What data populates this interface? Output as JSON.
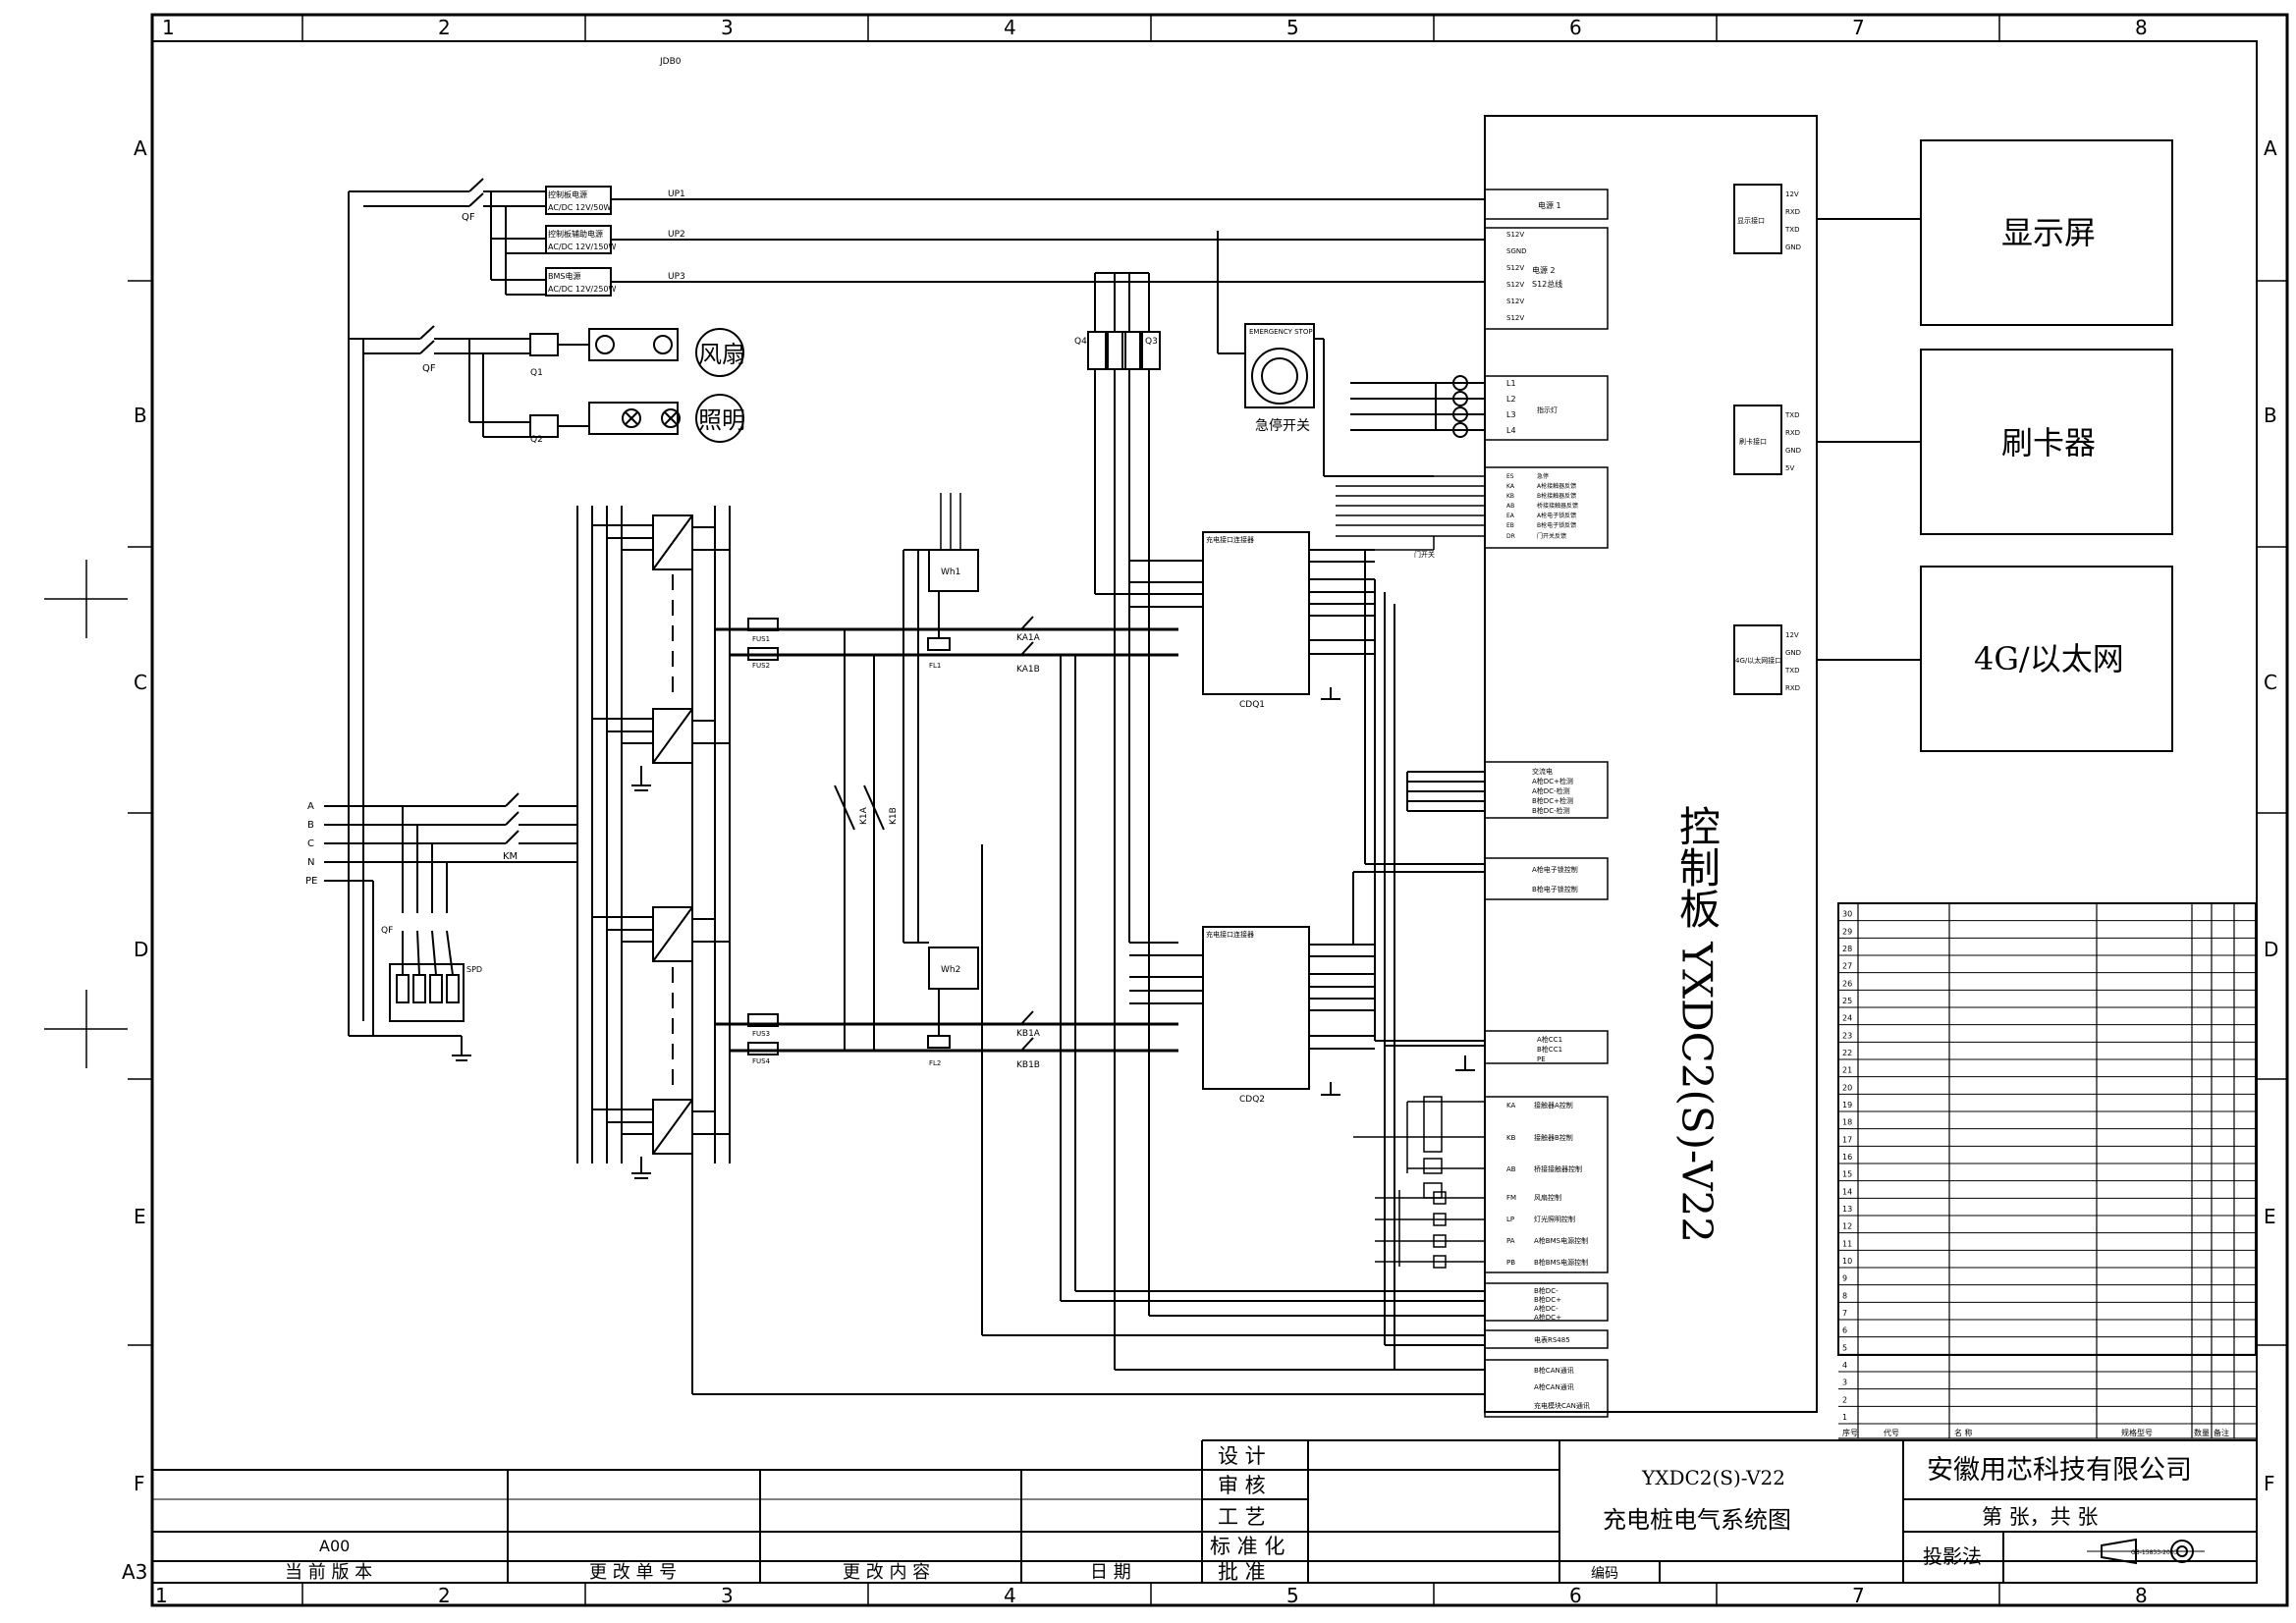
{
  "frame": {
    "columns": [
      "1",
      "2",
      "3",
      "4",
      "5",
      "6",
      "7",
      "8"
    ],
    "rows": [
      "A",
      "B",
      "C",
      "D",
      "E",
      "F"
    ],
    "corner_label": "A3",
    "top_left_note": "JDB0"
  },
  "power_section": {
    "breaker_label": "QF",
    "psu_top": [
      "控制板电源",
      "AC/DC 12V/50W"
    ],
    "psu_mid": [
      "控制板辅助电源",
      "AC/DC 12V/150W"
    ],
    "psu_bms": [
      "BMS电源",
      "AC/DC 12V/250W"
    ],
    "wire_up1": "UP1",
    "wire_up2": "UP2",
    "wire_up3": "UP3",
    "fan_contact": "Q1",
    "light_contact": "Q2",
    "fan_label": "风扇",
    "light_label": "照明",
    "phases": [
      "A",
      "B",
      "C",
      "N",
      "PE"
    ],
    "km_label": "KM",
    "spd_label": "SPD",
    "qf_spd_label": "QF"
  },
  "dc_section": {
    "fuse_labels": [
      "FUS1",
      "FUS2",
      "FUS3",
      "FUS4"
    ],
    "meter1": "Wh1",
    "meter2": "Wh2",
    "shunt1": "FL1",
    "shunt2": "FL2",
    "ka1a": "KA1A",
    "ka1b": "KA1B",
    "kb1a": "KB1A",
    "kb1b": "KB1B",
    "k_labels": [
      "K1A",
      "K1B"
    ],
    "relays": [
      "Q4",
      "Q3"
    ],
    "emergency_top": "EMERGENCY STOP",
    "emergency_label": "急停开关",
    "cdq1": "CDQ1",
    "cdq2": "CDQ2",
    "connector_title": "充电接口连接器",
    "door_switch": "门开关"
  },
  "control_board": {
    "title": "控制板 YXDC2(S)-V22",
    "power1": "电源 1",
    "power2": [
      "电源 2",
      "S12总线"
    ],
    "power2_pins": [
      "S12V",
      "SGND",
      "S12V",
      "S12V",
      "S12V",
      "S12V"
    ],
    "leds": [
      "L1",
      "L2",
      "L3",
      "L4"
    ],
    "led_label": "指示灯",
    "inputs": [
      "急停",
      "A枪接触器反馈",
      "B枪接触器反馈",
      "桥接接触器反馈",
      "A枪电子锁反馈",
      "B枪电子锁反馈",
      "门开关反馈"
    ],
    "input_pins": [
      "ES",
      "KA",
      "KB",
      "AB",
      "EA",
      "EB",
      "DR"
    ],
    "ac_inputs": [
      "交流电",
      "A枪DC+检测",
      "A枪DC-检测",
      "B枪DC+检测",
      "B枪DC-检测"
    ],
    "lock": [
      "A枪电子锁控制",
      "B枪电子锁控制"
    ],
    "acc": [
      "A枪CC1",
      "B枪CC1",
      "PE"
    ],
    "relay_outputs": [
      "接触器A控制",
      "接触器B控制",
      "桥接接触器控制",
      "风扇控制",
      "灯光照明控制",
      "A枪BMS电源控制",
      "B枪BMS电源控制"
    ],
    "relay_pins": [
      "KA",
      "KB",
      "AB",
      "FM",
      "LP",
      "PA",
      "PB"
    ],
    "dc_sense": [
      "B枪DC-",
      "B枪DC+",
      "A枪DC-",
      "A枪DC+"
    ],
    "rs485": "电表RS485",
    "can": [
      "B枪CAN通讯",
      "A枪CAN通讯",
      "充电模块CAN通讯"
    ]
  },
  "peripherals": {
    "display_port": "显示接口",
    "card_port": "刷卡接口",
    "net_port": "4G/以太网接口",
    "display": "显示屏",
    "card_reader": "刷卡器",
    "network": "4G/以太网",
    "display_pins": [
      "12V",
      "RXD",
      "TXD",
      "GND"
    ],
    "card_pins": [
      "TXD",
      "RXD",
      "GND",
      "5V"
    ],
    "net_pins": [
      "12V",
      "GND",
      "TXD",
      "RXD"
    ]
  },
  "bom_table": {
    "rows": [
      "30",
      "29",
      "28",
      "27",
      "26",
      "25",
      "24",
      "23",
      "22",
      "21",
      "20",
      "19",
      "18",
      "17",
      "16",
      "15",
      "14",
      "13",
      "12",
      "11",
      "10",
      "9",
      "8",
      "7",
      "6",
      "5",
      "4",
      "3",
      "2",
      "1"
    ],
    "footer": [
      "序号",
      "代号",
      "名 称",
      "规格型号",
      "数量",
      "备注"
    ]
  },
  "title_block": {
    "roles": [
      "设 计",
      "审 核",
      "工 艺",
      "标 准 化",
      "批 准"
    ],
    "version_value": "A00",
    "current_version": "当 前 版 本",
    "change_no": "更 改 单 号",
    "change_content": "更 改 内 容",
    "date": "日 期",
    "drawing_name_1": "YXDC2(S)-V22",
    "drawing_name_2": "充电桩电气系统图",
    "code_label": "编码",
    "company": "安徽用芯科技有限公司",
    "sheet": "第    张，共    张",
    "projection": "投影法",
    "projection_std": "GB-15833-2003"
  }
}
